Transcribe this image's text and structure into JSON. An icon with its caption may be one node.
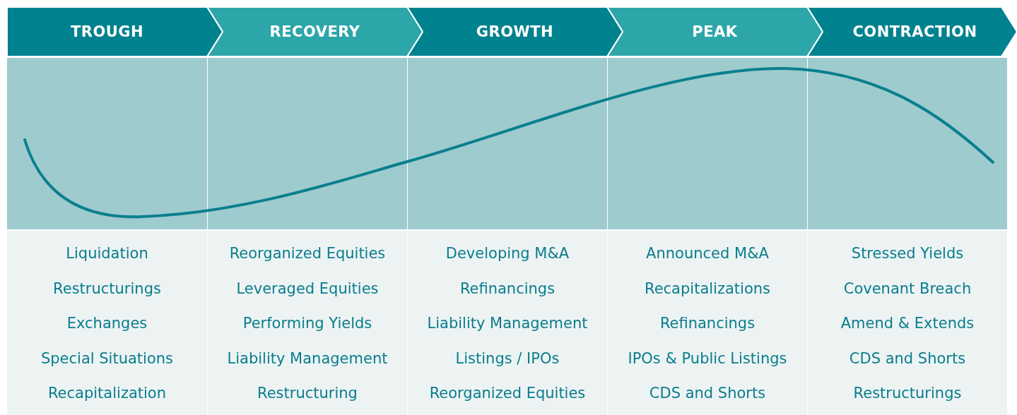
{
  "diagram": {
    "nodes": [
      {
        "text": [
          "TROUGH"
        ]
      },
      {
        "text": [
          "RECOVERY"
        ]
      },
      {
        "text": [
          "GROWTH"
        ]
      },
      {
        "text": [
          "PEAK"
        ]
      },
      {
        "text": [
          "CONTRACTION"
        ]
      },
      {
        "text": [
          "Liquidation",
          "Restructurings",
          "Exchanges",
          "Special Situations",
          "Recapitalization"
        ]
      },
      {
        "text": [
          "Reorganized Equities",
          "Leveraged Equities",
          "Performing Yields",
          "Liability Management",
          "Restructuring"
        ]
      },
      {
        "text": [
          "Developing M&A",
          "Refinancings",
          "Liability Management",
          "Listings / IPOs",
          "Reorganized Equities"
        ]
      },
      {
        "text": [
          "Announced M&A",
          "Recapitalizations",
          "Refinancings",
          "IPOs & Public Listings",
          "CDS and Shorts"
        ]
      },
      {
        "text": [
          "Stressed Yields",
          "Covenant Breach",
          "Amend & Extends",
          "CDS and Shorts",
          "Restructurings"
        ]
      }
    ]
  }
}
